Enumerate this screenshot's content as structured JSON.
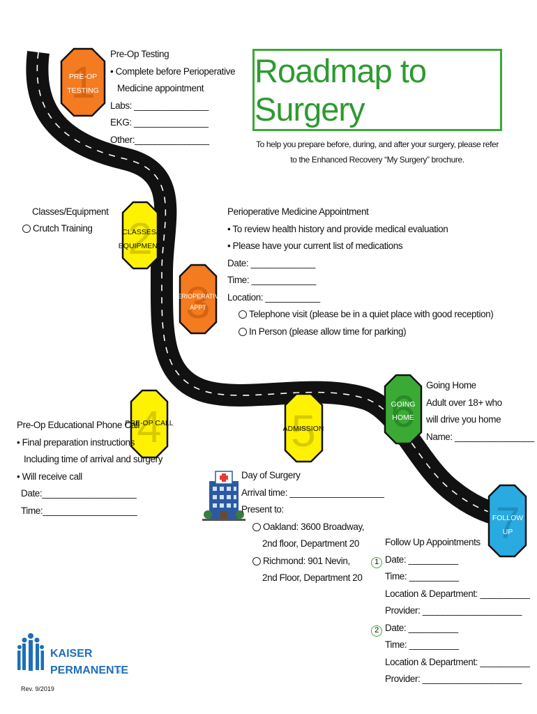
{
  "title": "Roadmap to Surgery",
  "subtitle": "To help you prepare before, during, and after your surgery, please refer to the Enhanced Recovery “My Surgery” brochure.",
  "colors": {
    "orange": "#f47b20",
    "yellow": "#fff200",
    "green": "#3aaa35",
    "blue": "#29abe2",
    "road": "#111111",
    "brand": "#1d6fb8"
  },
  "steps": [
    {
      "num": "1",
      "label1": "PRE-OP",
      "label2": "TESTING"
    },
    {
      "num": "2",
      "label1": "CLASSES/",
      "label2": "EQUIPMENT"
    },
    {
      "num": "3",
      "label1": "PERIOPERATIVE",
      "label2": "APPT"
    },
    {
      "num": "4",
      "label1": "PRE-OP CALL",
      "label2": ""
    },
    {
      "num": "5",
      "label1": "ADMISSION",
      "label2": ""
    },
    {
      "num": "6",
      "label1": "GOING",
      "label2": "HOME"
    },
    {
      "num": "7",
      "label1": "FOLLOW",
      "label2": "UP"
    }
  ],
  "preop_testing": {
    "heading": "Pre-Op Testing",
    "bullet1": "•  Complete before Perioperative",
    "bullet1_cont": "Medicine appointment",
    "labs": "Labs:  _______________",
    "ekg": "EKG:   _______________",
    "other": "Other:_______________"
  },
  "classes": {
    "heading": "Classes/Equipment",
    "item": "Crutch Training"
  },
  "periop": {
    "heading": "Perioperative Medicine Appointment",
    "bullet1": "•  To review health history and  provide medical evaluation",
    "bullet2": "•  Please have your current list of medications",
    "date": "Date:  _____________",
    "time": "Time:  _____________",
    "location": "Location:  ___________",
    "option1": "Telephone visit (please be in a quiet place with good reception)",
    "option2": "In Person (please allow time for parking)"
  },
  "going_home": {
    "heading": "Going Home",
    "line1": "Adult over 18+ who",
    "line2": "will drive you home",
    "name": "Name: ________________"
  },
  "preop_call": {
    "heading": "Pre-Op Educational Phone Call",
    "bullet1": "•  Final preparation instructions",
    "bullet1_cont": "Including time of arrival and surgery",
    "bullet2": "•  Will receive call",
    "date": "Date:___________________",
    "time": "Time:___________________"
  },
  "day_of_surgery": {
    "heading": "Day of Surgery",
    "arrival": "Arrival time:  ___________________",
    "present": "Present to:",
    "loc1": "Oakland: 3600 Broadway,",
    "loc1_cont": "2nd floor, Department 20",
    "loc2": "Richmond: 901 Nevin,",
    "loc2_cont": "2nd Floor, Department 20"
  },
  "follow_up": {
    "heading": "Follow Up Appointments",
    "n1": "1",
    "n2": "2",
    "date": "Date:  __________",
    "time": "Time:  __________",
    "location": "Location & Department:  __________",
    "provider": "Provider:   ____________________"
  },
  "brand": {
    "line1": "KAISER",
    "line2": "PERMANENTE",
    "mark": "®"
  },
  "rev": "Rev. 9/2019"
}
